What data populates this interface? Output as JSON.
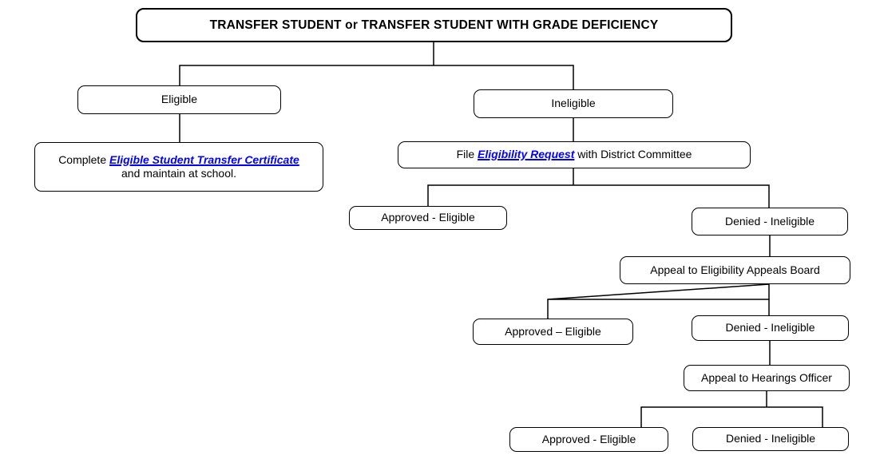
{
  "diagram": {
    "title": "TRANSFER STUDENT or TRANSFER STUDENT WITH GRADE DEFICIENCY",
    "nodes": {
      "eligible": {
        "label": "Eligible"
      },
      "ineligible": {
        "label": "Ineligible"
      },
      "certificate": {
        "prefix": "Complete",
        "link": "Eligible Student Transfer Certificate",
        "suffix": "and maintain at school."
      },
      "file_request": {
        "prefix": "File",
        "link": "Eligibility Request",
        "suffix": "with District Committee"
      },
      "approved_district": {
        "label": "Approved - Eligible"
      },
      "denied_district": {
        "label": "Denied - Ineligible"
      },
      "appeal_board": {
        "label": "Appeal to Eligibility Appeals Board"
      },
      "approved_board": {
        "label": "Approved – Eligible"
      },
      "denied_board": {
        "label": "Denied - Ineligible"
      },
      "appeal_hearings": {
        "label": "Appeal to Hearings Officer"
      },
      "approved_hearings": {
        "label": "Approved - Eligible"
      },
      "denied_hearings": {
        "label": "Denied - Ineligible"
      }
    },
    "colors": {
      "link": "#0000FF",
      "border": "#000000",
      "background": "#FFFFFF",
      "text": "#000000"
    }
  }
}
